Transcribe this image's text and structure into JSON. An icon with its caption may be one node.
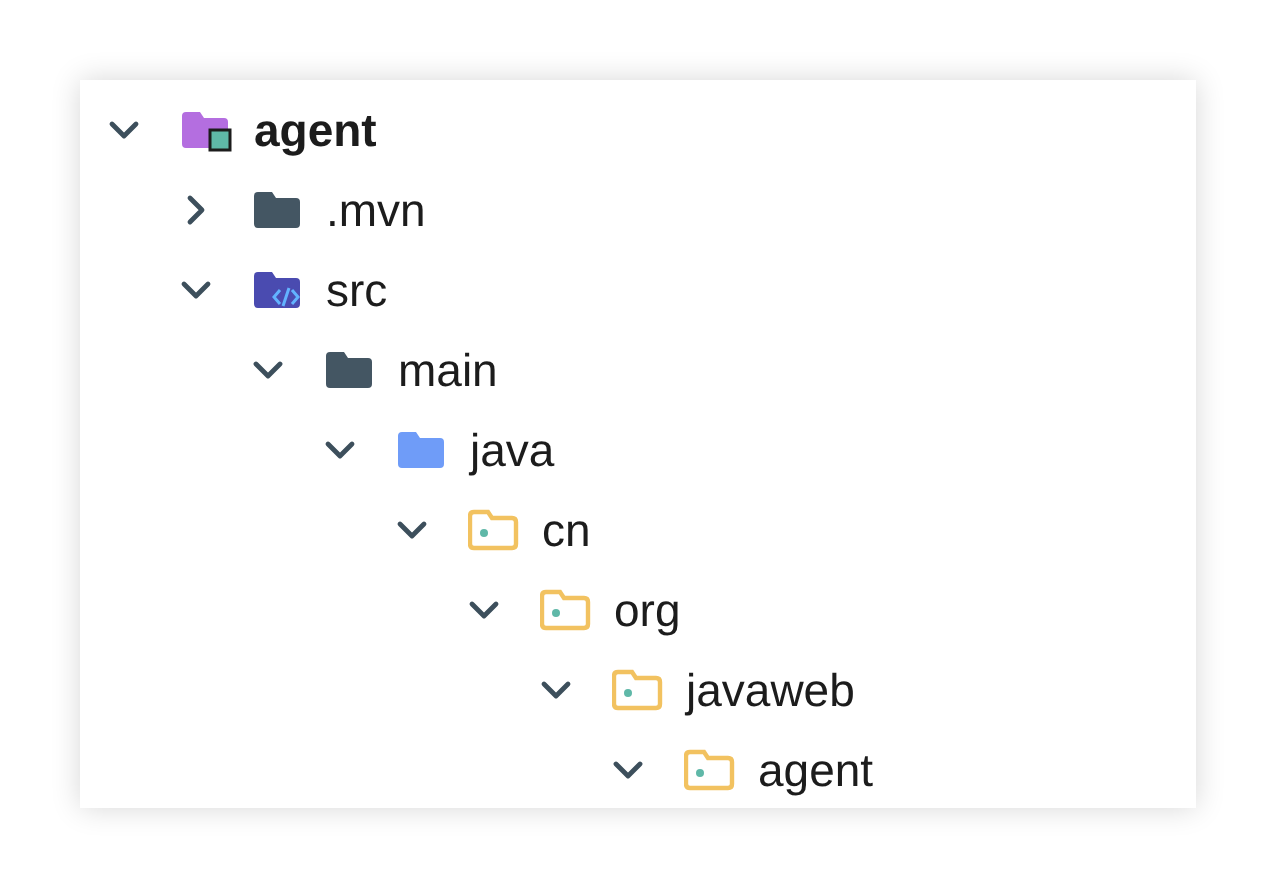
{
  "diagram": {
    "nodes": [
      {
        "text": [
          "agent"
        ]
      },
      {
        "text": [
          ".mvn"
        ]
      },
      {
        "text": [
          "src"
        ]
      },
      {
        "text": [
          "main"
        ]
      },
      {
        "text": [
          "java"
        ]
      },
      {
        "text": [
          "cn"
        ]
      },
      {
        "text": [
          "org"
        ]
      },
      {
        "text": [
          "javaweb"
        ]
      },
      {
        "text": [
          "agent"
        ]
      }
    ]
  }
}
